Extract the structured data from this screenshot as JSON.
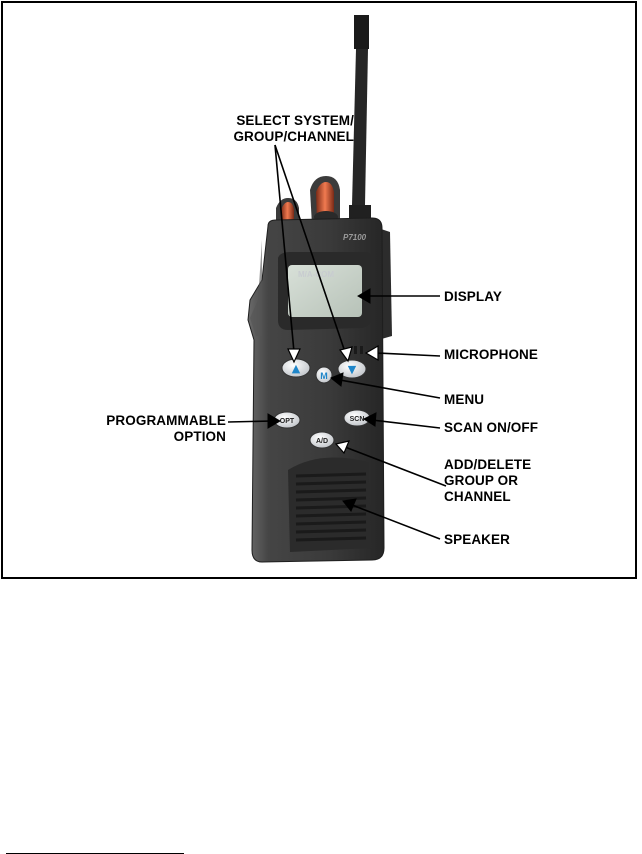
{
  "callouts": {
    "select": "SELECT SYSTEM/\nGROUP/CHANNEL",
    "display": "DISPLAY",
    "microphone": "MICROPHONE",
    "menu": "MENU",
    "programmable": "PROGRAMMABLE\nOPTION",
    "scan": "SCAN ON/OFF",
    "add_delete": "ADD/DELETE\nGROUP OR\nCHANNEL",
    "speaker": "SPEAKER"
  },
  "radio": {
    "brand": "M/A-COM",
    "model": "P7100",
    "buttons": {
      "menu": "M",
      "opt": "OPT",
      "scn": "SCN",
      "add_delete": "A/D",
      "up_glyph": "▲",
      "down_glyph": "▼"
    }
  },
  "colors": {
    "body": "#3a3a3a",
    "knob": "#e0603a",
    "display": "#c9d3c9",
    "arrow_key": "#1f86c9"
  }
}
